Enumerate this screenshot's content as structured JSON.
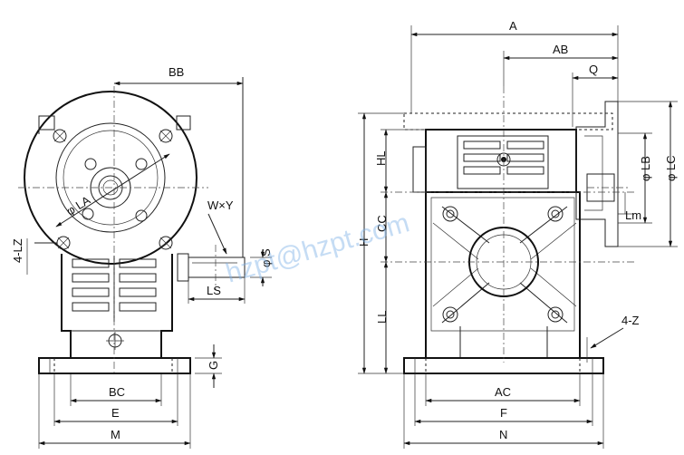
{
  "labels": {
    "A": "A",
    "AB": "AB",
    "Q": "Q",
    "BB": "BB",
    "HL": "HL",
    "CC": "CC",
    "H": "H",
    "LL": "LL",
    "LB": "φ LB",
    "LC": "φ LC",
    "Lm": "Lm",
    "LA": "φ LA",
    "WY": "W×Y",
    "LZ": "4-LZ",
    "S": "φ S",
    "LS": "LS",
    "G": "G",
    "BC": "BC",
    "E": "E",
    "M": "M",
    "AC": "AC",
    "F": "F",
    "N": "N",
    "Z": "4-Z"
  },
  "watermark": "hzpt@hzpt.com"
}
